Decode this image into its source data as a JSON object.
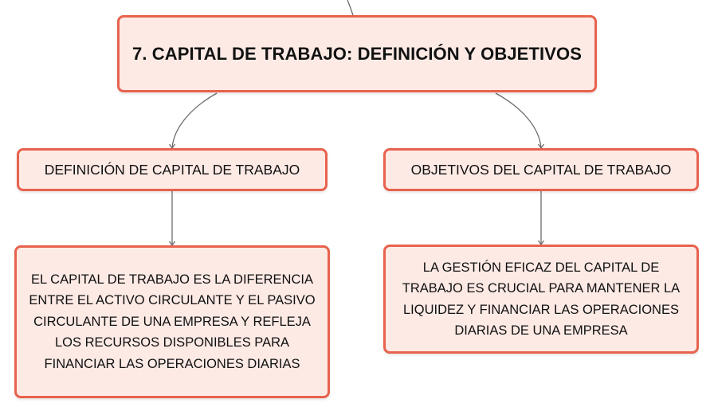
{
  "diagram": {
    "root": {
      "title": "7. CAPITAL DE TRABAJO: DEFINICIÓN Y OBJETIVOS"
    },
    "branches": [
      {
        "label": "DEFINICIÓN DE CAPITAL DE TRABAJO",
        "detail": "EL CAPITAL DE TRABAJO ES LA DIFERENCIA ENTRE EL ACTIVO CIRCULANTE Y EL PASIVO CIRCULANTE DE UNA EMPRESA Y REFLEJA LOS RECURSOS DISPONIBLES PARA FINANCIAR LAS OPERACIONES DIARIAS"
      },
      {
        "label": "OBJETIVOS DEL CAPITAL DE TRABAJO",
        "detail": "LA GESTIÓN EFICAZ DEL CAPITAL DE TRABAJO ES CRUCIAL PARA MANTENER LA LIQUIDEZ Y FINANCIAR LAS OPERACIONES DIARIAS DE UNA EMPRESA"
      }
    ]
  },
  "colors": {
    "node_border": "#e8624d",
    "node_fill": "#fdeae5",
    "connector": "#6b6b6b",
    "text": "#111111"
  }
}
